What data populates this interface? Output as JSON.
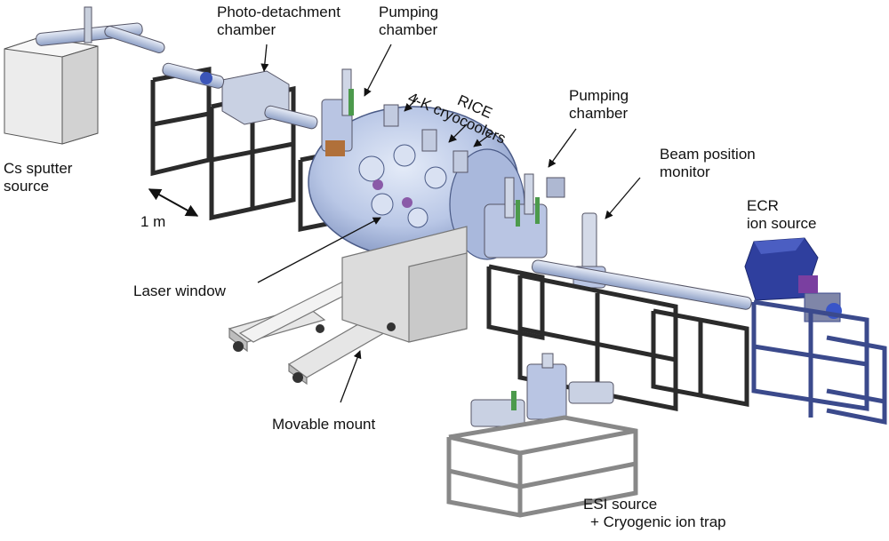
{
  "labels": {
    "cs_sputter": [
      "Cs sputter",
      "source"
    ],
    "photo_detachment": [
      "Photo-detachment",
      "chamber"
    ],
    "pumping_1": [
      "Pumping",
      "chamber"
    ],
    "rice": [
      "RICE",
      "4-K cryocoolers"
    ],
    "pumping_2": [
      "Pumping",
      "chamber"
    ],
    "beam_position": [
      "Beam position",
      "monitor"
    ],
    "ecr": [
      "ECR",
      "ion source"
    ],
    "scale": "1 m",
    "laser_window": "Laser window",
    "movable_mount": "Movable mount",
    "esi": [
      "ESI source",
      "+ Cryogenic ion trap"
    ]
  },
  "colors": {
    "frame": "#2b2b2b",
    "frame_light": "#d6d6d6",
    "chamber": "#b9c7e6",
    "chamber_dark": "#7f92bf",
    "ecr_blue": "#2f3f9e",
    "ecr_frame": "#3b4a8c",
    "accent_purple": "#7a3fa0",
    "accent_green": "#4c9a4c",
    "accent_copper": "#b0703a",
    "arrow": "#111111"
  }
}
